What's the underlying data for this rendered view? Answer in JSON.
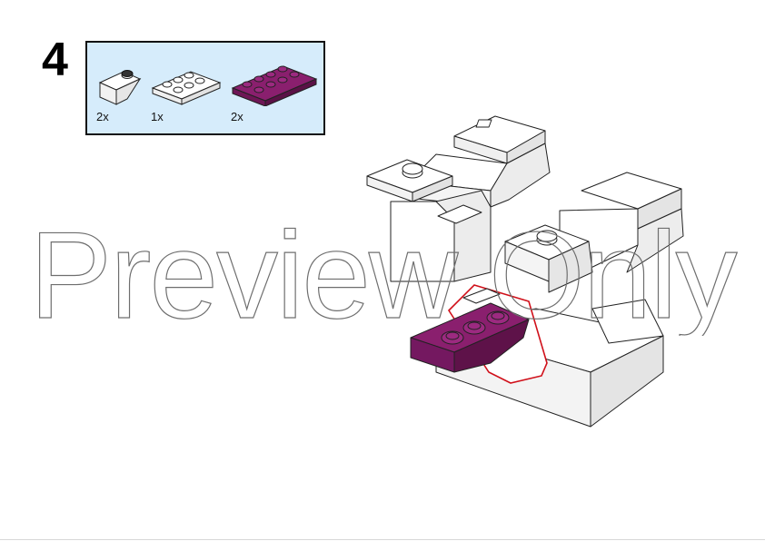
{
  "step": {
    "number": "4"
  },
  "parts": [
    {
      "name": "inverted slope brick 1x2",
      "qty": "2x",
      "color": "#ffffff"
    },
    {
      "name": "plate 2x3",
      "qty": "1x",
      "color": "#ffffff"
    },
    {
      "name": "plate 2x4",
      "qty": "2x",
      "color": "#8a1f6e"
    }
  ],
  "watermark": {
    "text": "Preview Only"
  },
  "colors": {
    "partsPanel": "#d6ecfb",
    "magenta": "#8a1f6e",
    "highlight": "#d0101a"
  }
}
